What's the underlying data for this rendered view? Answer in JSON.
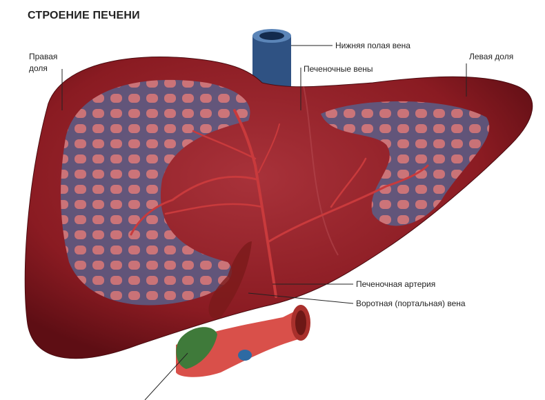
{
  "title": "СТРОЕНИЕ ПЕЧЕНИ",
  "labels": {
    "right_lobe_1": "Правая",
    "right_lobe_2": "доля",
    "ivc": "Нижняя полая вена",
    "hepatic_veins": "Печеночные вены",
    "left_lobe": "Левая доля",
    "hepatic_artery": "Печеночная артерия",
    "portal_vein": "Воротная (портальная) вена"
  },
  "colors": {
    "liver": "#8e1c22",
    "vein": "#3d5f8c",
    "artery": "#c8383a",
    "gallbladder": "#3f7a3a",
    "portal": "#d9504a"
  }
}
